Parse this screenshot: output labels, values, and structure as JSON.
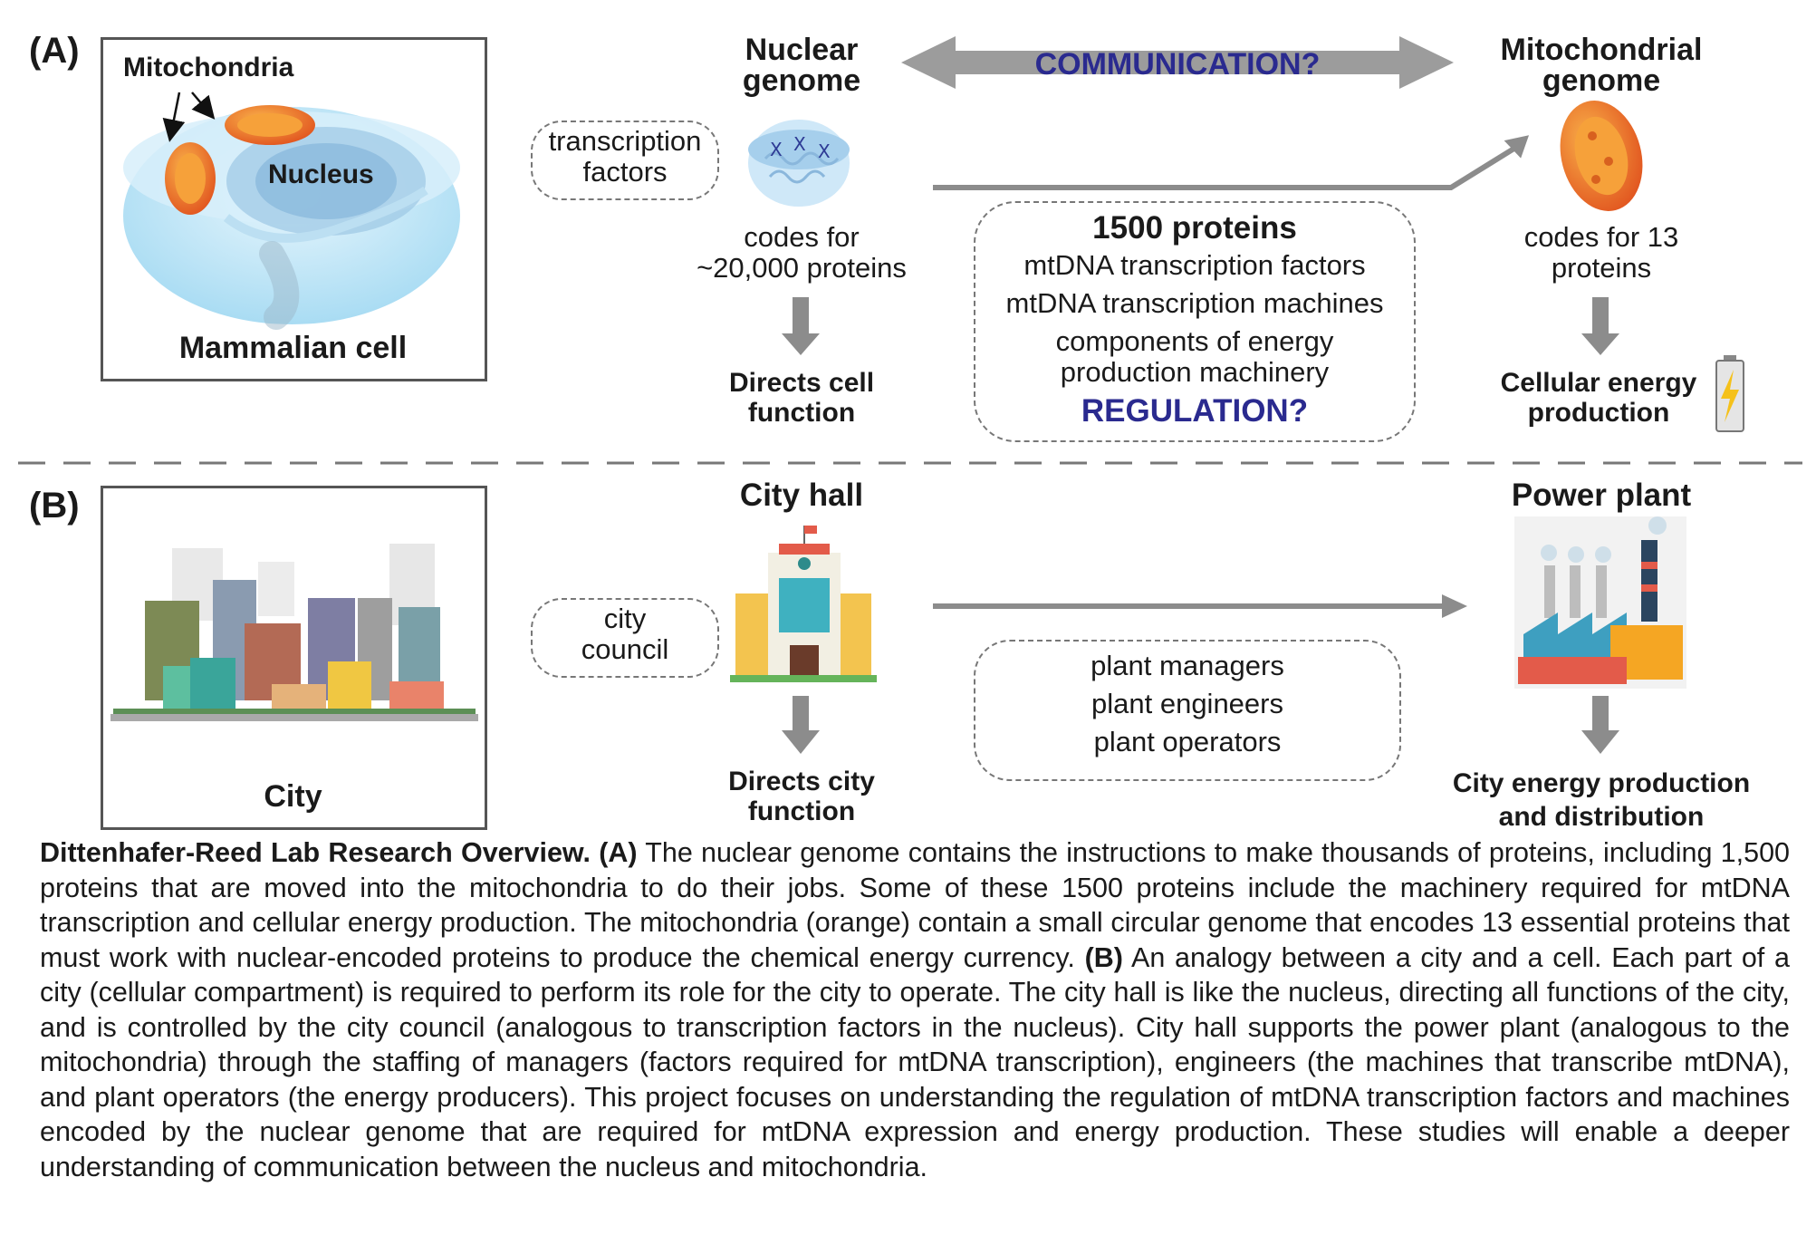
{
  "panel_a": {
    "letter": "(A)",
    "cell": {
      "mitochondria_label": "Mitochondria",
      "nucleus_label": "Nucleus",
      "caption": "Mammalian cell"
    },
    "nuclear_genome": {
      "title_line1": "Nuclear",
      "title_line2": "genome",
      "tf_line1": "transcription",
      "tf_line2": "factors",
      "codes_line1": "codes for",
      "codes_line2": "~20,000 proteins",
      "result_line1": "Directs cell",
      "result_line2": "function"
    },
    "communication": "COMMUNICATION?",
    "proteins_box": {
      "title": "1500 proteins",
      "item1": "mtDNA transcription factors",
      "item2": "mtDNA transcription machines",
      "item3_line1": "components of energy",
      "item3_line2": "production machinery",
      "regulation": "REGULATION?"
    },
    "mito_genome": {
      "title_line1": "Mitochondrial",
      "title_line2": "genome",
      "codes_line1": "codes for 13",
      "codes_line2": "proteins",
      "result_line1": "Cellular energy",
      "result_line2": "production"
    }
  },
  "panel_b": {
    "letter": "(B)",
    "city_caption": "City",
    "city_hall": {
      "title": "City hall",
      "council_line1": "city",
      "council_line2": "council",
      "result_line1": "Directs city",
      "result_line2": "function"
    },
    "staff_box": {
      "item1": "plant managers",
      "item2": "plant engineers",
      "item3": "plant operators"
    },
    "power_plant": {
      "title": "Power plant",
      "result_line1": "City energy production",
      "result_line2": "and distribution"
    }
  },
  "caption": {
    "lead_bold": "Dittenhafer-Reed Lab Research Overview. (A)",
    "part_a": " The nuclear genome contains the instructions to make thousands of proteins, including 1,500 proteins that are moved into the mitochondria to do their jobs. Some of these 1500 proteins include the machinery required for mtDNA transcription and cellular energy production. The mitochondria (orange) contain a small circular genome that encodes 13 essential proteins that must work with nuclear-encoded proteins to produce the chemical energy currency. ",
    "b_bold": "(B)",
    "part_b": " An analogy between a city and a cell.  Each part of a city (cellular compartment) is required to perform its role for the city to operate. The city hall is like the nucleus, directing all functions of the city, and is controlled by the city council (analogous to transcription factors in the nucleus). City hall supports the power plant (analogous to the mitochondria) through the staffing of managers (factors required for mtDNA transcription), engineers (the machines that transcribe mtDNA), and plant operators (the energy producers). This project focuses on understanding the regulation of mtDNA transcription factors and machines encoded by the nuclear genome that are required for mtDNA expression and energy production. These studies will enable a deeper understanding of communication between the nucleus and mitochondria."
  },
  "colors": {
    "accent_blue": "#2a2a8f",
    "arrow_gray": "#8c8c8c",
    "mito_orange": "#ef6a2a",
    "cell_blue": "#bfe3f5"
  }
}
